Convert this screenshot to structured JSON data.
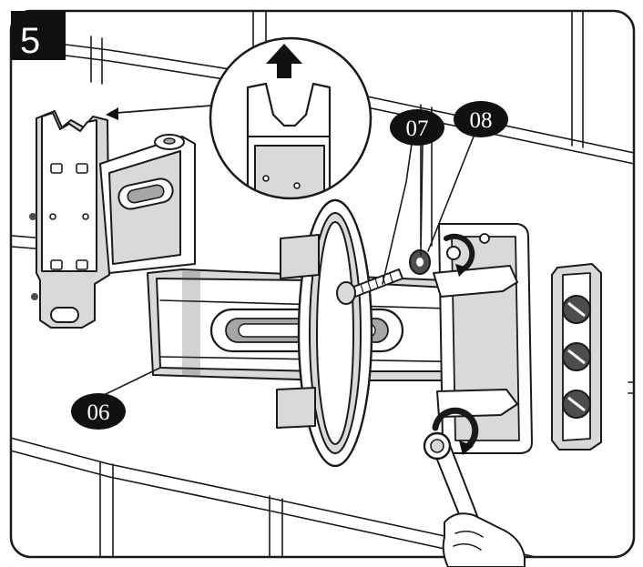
{
  "step": {
    "number": "5"
  },
  "callouts": [
    {
      "id": "c06",
      "label": "06"
    },
    {
      "id": "c07",
      "label": "07"
    },
    {
      "id": "c08",
      "label": "08"
    }
  ],
  "icons": {
    "up_arrow": "up-arrow-icon",
    "rotate_arrows": "rotate-arrow-icon"
  },
  "colors": {
    "ink": "#111111",
    "frame": "#1a1a1a",
    "shade": "#d9d9d9",
    "mid": "#a6a6a6",
    "background": "#ffffff"
  }
}
